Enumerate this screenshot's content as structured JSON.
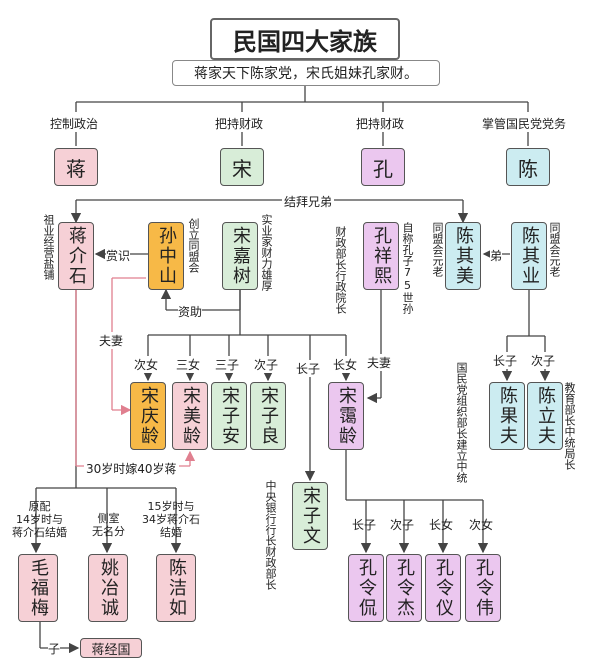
{
  "title": "民国四大家族",
  "subtitle": "蒋家天下陈家党，宋氏姐妹孔家财。",
  "families": [
    {
      "role": "控制政治",
      "name": "蒋"
    },
    {
      "role": "把持财政",
      "name": "宋"
    },
    {
      "role": "把持财政",
      "name": "孔"
    },
    {
      "role": "掌管国民党党务",
      "name": "陈"
    }
  ],
  "sworn": "结拜兄弟",
  "people": {
    "jiang_jieshi": "蒋介石",
    "sun_zhongshan": "孙中山",
    "song_jiashu": "宋嘉树",
    "kong_xiangxi": "孔祥熙",
    "chen_qimei": "陈其美",
    "chen_qiye": "陈其业",
    "song_qingling": "宋庆龄",
    "song_meiling": "宋美龄",
    "song_ziann": "宋子安",
    "song_ziliang": "宋子良",
    "song_ailing": "宋霭龄",
    "song_ziwen": "宋子文",
    "chen_guofu": "陈果夫",
    "chen_lifu": "陈立夫",
    "mao_fumei": "毛福梅",
    "yao_yecheng": "姚冶诚",
    "chen_jieru": "陈洁如",
    "kong_lingkan": "孔令侃",
    "kong_lingjie": "孔令杰",
    "kong_lingyi": "孔令仪",
    "kong_lingwei": "孔令伟",
    "jiang_jingguo": "蒋经国"
  },
  "notes": {
    "jiang_business": "祖业经营盐铺",
    "sun_founder": "创立同盟会",
    "song_wealth": "实业家财力雄厚",
    "kong_title": "财政部长行政院长",
    "kong_origin": "自称孔子75世孙",
    "chen_qimei_note": "同盟会元老",
    "chen_qiye_note": "同盟会元老",
    "guofu_note": "国民党组织部长建立中统",
    "lifu_note": "教育部长中统局长",
    "ziwen_note": "中央银行行长财政部长",
    "mao_note": "原配\n14岁时与\n蒋介石结婚",
    "yao_note": "侧室\n无名分",
    "chen_jieru_note": "15岁时与\n34岁蒋介石\n结婚",
    "age_note": "30岁时嫁40岁蒋"
  },
  "relations": {
    "appreciate": "赏识",
    "fund": "资助",
    "spouse1": "夫妻",
    "spouse2": "夫妻",
    "brother": "弟",
    "second_daughter": "次女",
    "third_daughter": "三女",
    "third_son": "三子",
    "second_son": "次子",
    "eldest_son": "长子",
    "eldest_daughter": "长女",
    "chen_eldest_son": "长子",
    "chen_second_son": "次子",
    "k_eldest_son": "长子",
    "k_second_son": "次子",
    "k_eldest_daughter": "长女",
    "k_second_daughter": "次女",
    "son": "子"
  },
  "colors": {
    "jiang": "#f6d0d6",
    "song": "#d8edd8",
    "kong": "#ebc7ef",
    "chen": "#ccecf1",
    "sun": "#f7b947",
    "line": "#444444",
    "pink_line": "#e07f8f"
  }
}
